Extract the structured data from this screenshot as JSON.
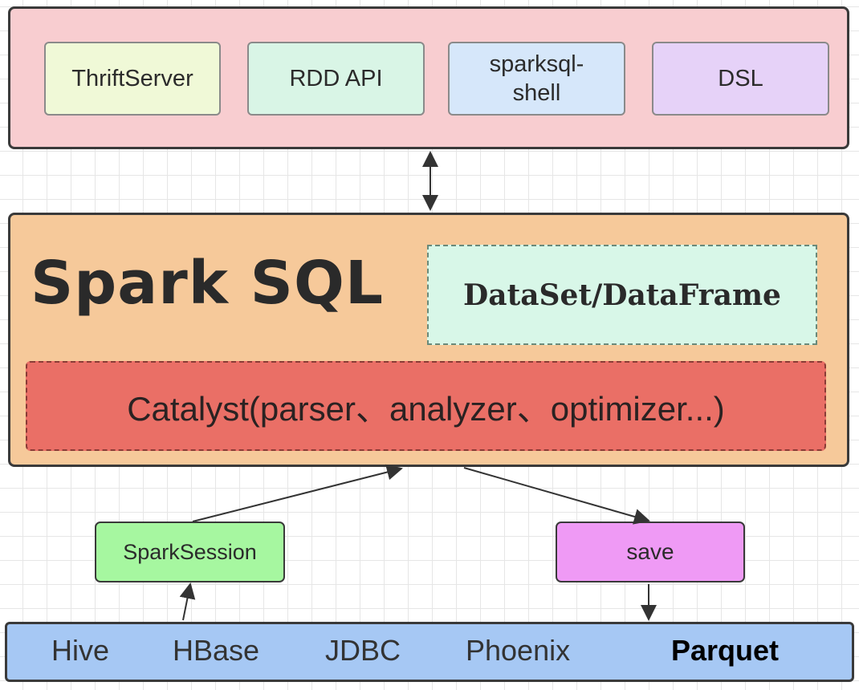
{
  "top_layer": {
    "items": [
      {
        "label": "ThriftServer"
      },
      {
        "label": "RDD API"
      },
      {
        "label": "sparksql-\nshell"
      },
      {
        "label": "DSL"
      }
    ]
  },
  "core": {
    "title": "Spark SQL",
    "dataset_label": "DataSet/DataFrame",
    "catalyst_label": "Catalyst(parser、analyzer、optimizer...)"
  },
  "entry": {
    "session_label": "SparkSession",
    "save_label": "save"
  },
  "sources": {
    "items": [
      {
        "label": "Hive"
      },
      {
        "label": "HBase"
      },
      {
        "label": "JDBC"
      },
      {
        "label": "Phoenix"
      },
      {
        "label": "Parquet"
      }
    ]
  },
  "colors": {
    "top_panel": "#f8cdd0",
    "core_panel": "#f6c99a",
    "dataset": "#d8f7e8",
    "catalyst": "#ea6f66",
    "session": "#a6f7a0",
    "save": "#ef9af5",
    "sources_panel": "#a6c8f4"
  }
}
